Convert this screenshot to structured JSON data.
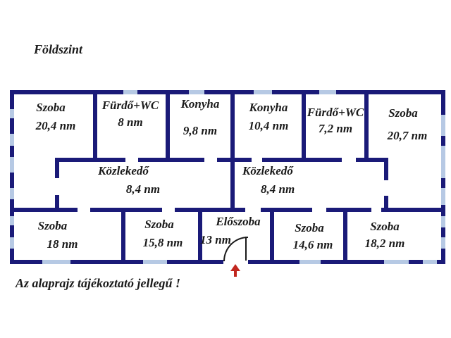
{
  "title": "Földszint",
  "disclaimer": "Az alaprajz tájékoztató jellegű !",
  "rooms": [
    {
      "id": "szoba-20-4",
      "name": "Szoba",
      "area": "20,4 nm"
    },
    {
      "id": "furdo-wc-8",
      "name": "Fürdő+WC",
      "area": "8 nm"
    },
    {
      "id": "konyha-9-8",
      "name": "Konyha",
      "area": "9,8 nm"
    },
    {
      "id": "konyha-10-4",
      "name": "Konyha",
      "area": "10,4 nm"
    },
    {
      "id": "furdo-wc-7-2",
      "name": "Fürdő+WC",
      "area": "7,2 nm"
    },
    {
      "id": "szoba-20-7",
      "name": "Szoba",
      "area": "20,7 nm"
    },
    {
      "id": "kozlekedo-bal",
      "name": "Közlekedő",
      "area": "8,4 nm"
    },
    {
      "id": "kozlekedo-jobb",
      "name": "Közlekedő",
      "area": "8,4 nm"
    },
    {
      "id": "szoba-18",
      "name": "Szoba",
      "area": "18 nm"
    },
    {
      "id": "szoba-15-8",
      "name": "Szoba",
      "area": "15,8 nm"
    },
    {
      "id": "eloszoba",
      "name": "Előszoba",
      "area": "13 nm"
    },
    {
      "id": "szoba-14-6",
      "name": "Szoba",
      "area": "14,6 nm"
    },
    {
      "id": "szoba-18-2",
      "name": "Szoba",
      "area": "18,2 nm"
    }
  ],
  "colors": {
    "wall": "#1a1a78",
    "window": "#b6c9e4",
    "entrance_arrow": "#c1271f",
    "text": "#1a1a1a",
    "background": "#ffffff"
  }
}
